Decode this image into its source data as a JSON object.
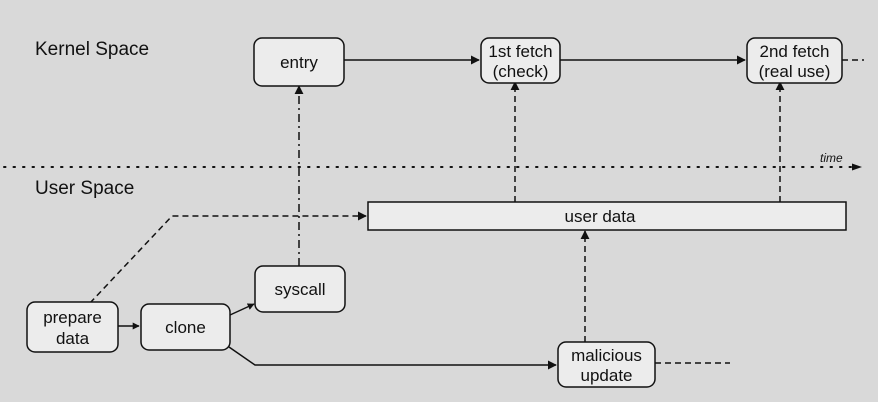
{
  "regions": {
    "kernel_label": "Kernel Space",
    "user_label": "User Space"
  },
  "timeline": {
    "label": "time"
  },
  "nodes": {
    "entry": {
      "lines": [
        "entry"
      ]
    },
    "fetch1": {
      "lines": [
        "1st fetch",
        "(check)"
      ]
    },
    "fetch2": {
      "lines": [
        "2nd fetch",
        "(real use)"
      ]
    },
    "user_data": {
      "lines": [
        "user data"
      ]
    },
    "syscall": {
      "lines": [
        "syscall"
      ]
    },
    "prepare": {
      "lines": [
        "prepare",
        "data"
      ]
    },
    "clone": {
      "lines": [
        "clone"
      ]
    },
    "malicious": {
      "lines": [
        "malicious",
        "update"
      ]
    }
  },
  "colors": {
    "background": "#d9d9d9",
    "box_fill": "#ececec",
    "stroke": "#111111"
  }
}
